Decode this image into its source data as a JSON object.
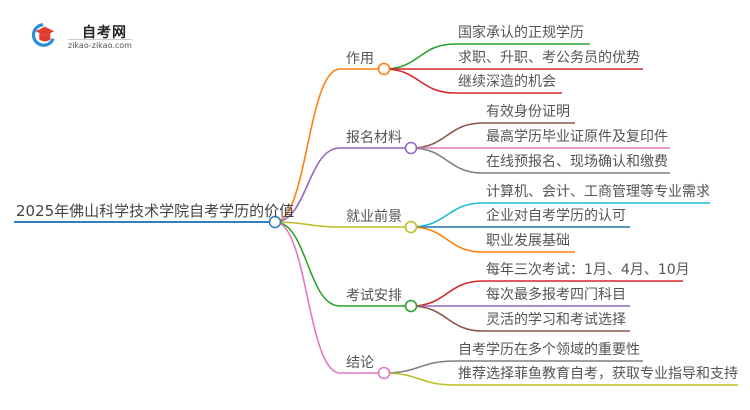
{
  "logo": {
    "title": "自考网",
    "url": "zikao-zikao.com"
  },
  "root": {
    "label": "2025年佛山科学技术学院自考学历的价值",
    "color": "#2f7fc1"
  },
  "branches": [
    {
      "label": "作用",
      "color": "#ff7f0e",
      "children": [
        {
          "label": "国家承认的正规学历",
          "color": "#2ca02c"
        },
        {
          "label": "求职、升职、考公务员的优势",
          "color": "#d62728"
        },
        {
          "label": "继续深造的机会",
          "color": "#d62728"
        }
      ]
    },
    {
      "label": "报名材料",
      "color": "#9467bd",
      "children": [
        {
          "label": "有效身份证明",
          "color": "#8c564b"
        },
        {
          "label": "最高学历毕业证原件及复印件",
          "color": "#e377c2"
        },
        {
          "label": "在线预报名、现场确认和缴费",
          "color": "#7f7f7f"
        }
      ]
    },
    {
      "label": "就业前景",
      "color": "#bcbd22",
      "children": [
        {
          "label": "计算机、会计、工商管理等专业需求",
          "color": "#17becf"
        },
        {
          "label": "企业对自考学历的认可",
          "color": "#1f77b4"
        },
        {
          "label": "职业发展基础",
          "color": "#ff7f0e"
        }
      ]
    },
    {
      "label": "考试安排",
      "color": "#2ca02c",
      "children": [
        {
          "label": "每年三次考试：1月、4月、10月",
          "color": "#d62728"
        },
        {
          "label": "每次最多报考四门科目",
          "color": "#9467bd"
        },
        {
          "label": "灵活的学习和考试选择",
          "color": "#8c564b"
        }
      ]
    },
    {
      "label": "结论",
      "color": "#e377c2",
      "children": [
        {
          "label": "自考学历在多个领域的重要性",
          "color": "#7f7f7f"
        },
        {
          "label": "推荐选择菲鱼教育自考，获取专业指导和支持",
          "color": "#bcbd22"
        }
      ]
    }
  ]
}
